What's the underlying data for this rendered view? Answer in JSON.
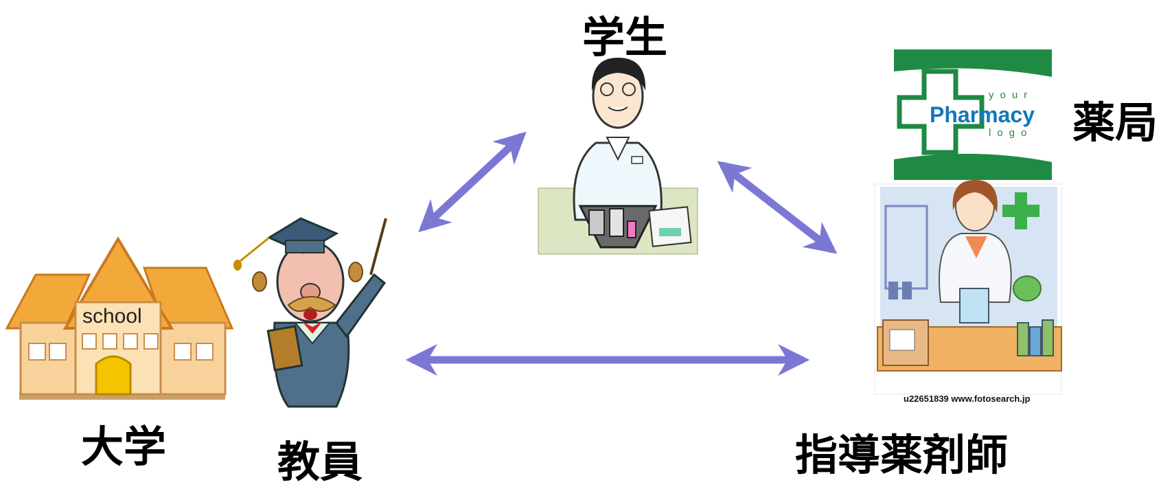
{
  "labels": {
    "student": "学生",
    "pharmacy": "薬局",
    "university": "大学",
    "teacher": "教員",
    "preceptor": "指導薬剤師"
  },
  "school_sign": "school",
  "pharmacy_logo": {
    "small_top": "your",
    "main": "Pharmacy",
    "small_bottom": "logo"
  },
  "image_credit": "u22651839  www.fotosearch.jp",
  "colors": {
    "arrow": "#7b78d4",
    "logo_green": "#1e8a43",
    "logo_blue": "#1478b8"
  }
}
